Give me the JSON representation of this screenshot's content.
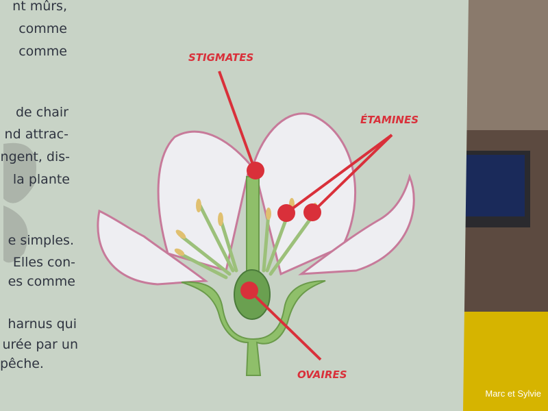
{
  "panel_text_lines": [
    "nt mûrs,",
    "comme",
    "comme",
    "de chair",
    "nd attrac-",
    "ngent, dis-",
    "la plante",
    "e  simples.",
    "Elles con-",
    "es comme",
    "harnus  qui",
    "urée par un",
    "pêche."
  ],
  "diagram_labels": {
    "stigmates": "STIGMATES",
    "etamines": "ÉTAMINES",
    "ovaires": "OVAIRES"
  },
  "credit": "Marc et Sylvie",
  "colors": {
    "panel": "#c8d3c6",
    "label_red": "#d9303a",
    "petal": "#eeeef2",
    "petal_edge": "#c77a9a",
    "stem": "#8fbf6a"
  }
}
